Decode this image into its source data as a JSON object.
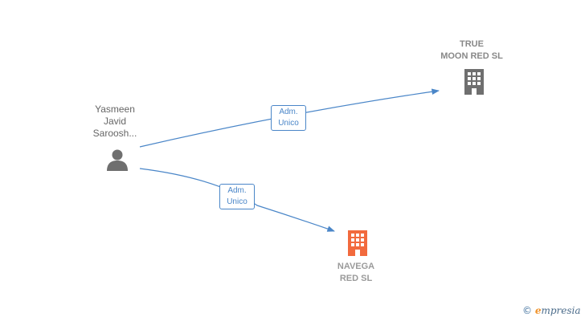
{
  "nodes": {
    "person": {
      "label": "Yasmeen\nJavid\nSaroosh..."
    },
    "company_top": {
      "label": "TRUE\nMOON RED  SL"
    },
    "company_bottom": {
      "label": "NAVEGA\nRED  SL"
    }
  },
  "edges": [
    {
      "label": "Adm.\nUnico"
    },
    {
      "label": "Adm.\nUnico"
    }
  ],
  "colors": {
    "edge": "#4a86c8",
    "person_icon": "#6f6f6f",
    "company_icon": "#6f6f6f",
    "company_highlight_icon": "#f26a3d"
  },
  "brand": {
    "copyright": "©",
    "e": "e",
    "name": "mpresia"
  }
}
